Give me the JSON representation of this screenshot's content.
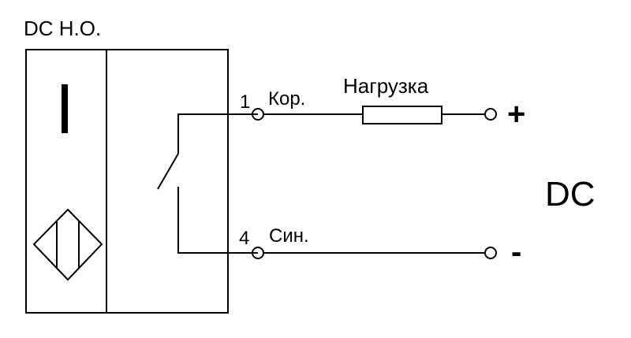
{
  "title": "DC Н.О.",
  "sensor_symbol": "I",
  "terminal_1": {
    "number": "1",
    "label": "Кор."
  },
  "terminal_4": {
    "number": "4",
    "label": "Син."
  },
  "load_label": "Нагрузка",
  "plus_sign": "+",
  "minus_sign": "-",
  "supply_label": "DC"
}
